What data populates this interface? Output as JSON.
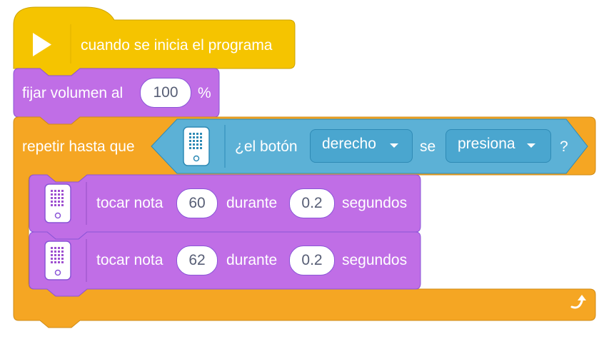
{
  "colors": {
    "events": "#f5c400",
    "events_border": "#cca300",
    "sound": "#c06ee6",
    "sound_border": "#8a55d7",
    "control": "#f5a623",
    "control_border": "#cf8b17",
    "sensor": "#5cb1d6",
    "sensor_border": "#2e8ab5",
    "text_dark": "#575e75",
    "text_light": "#ffffff"
  },
  "hat_block": {
    "icon": "play-icon",
    "label": "cuando se inicia el programa"
  },
  "volume_block": {
    "label": "fijar volumen al",
    "value": "100",
    "suffix": "%"
  },
  "repeat_block": {
    "label": "repetir hasta que",
    "loop_icon": "loop-arrow-icon",
    "condition": {
      "icon": "hub-icon",
      "prefix": "¿el botón",
      "button_dropdown": "derecho",
      "middle": "se",
      "state_dropdown": "presiona",
      "suffix": "?"
    },
    "body": [
      {
        "icon": "hub-icon",
        "label": "tocar nota",
        "note": "60",
        "mid": "durante",
        "duration": "0.2",
        "suffix": "segundos"
      },
      {
        "icon": "hub-icon",
        "label": "tocar nota",
        "note": "62",
        "mid": "durante",
        "duration": "0.2",
        "suffix": "segundos"
      }
    ]
  }
}
